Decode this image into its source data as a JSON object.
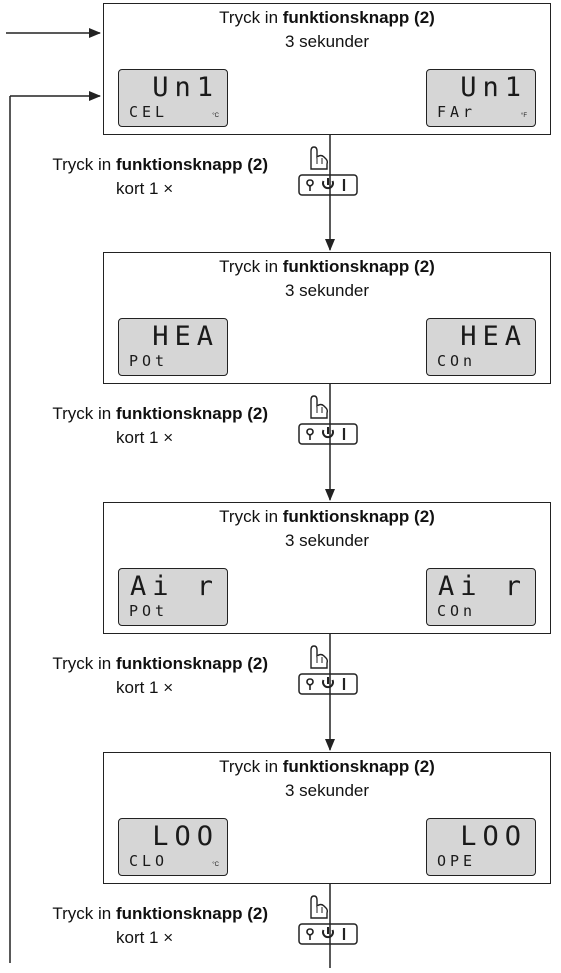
{
  "stages": [
    {
      "frame": {
        "line1_prefix": "Tryck in ",
        "line1_bold": "funktionsknapp (2)",
        "line2": "3 sekunder"
      },
      "left_lcd": {
        "top": "Un1",
        "bottom": "CEL",
        "unit": "°C"
      },
      "right_lcd": {
        "top": "Un1",
        "bottom": "FAr",
        "unit": "°F"
      },
      "step": {
        "line1_prefix": "Tryck in ",
        "line1_bold": "funktionsknapp (2)",
        "line2": "kort 1 ×"
      }
    },
    {
      "frame": {
        "line1_prefix": "Tryck in ",
        "line1_bold": "funktionsknapp (2)",
        "line2": "3 sekunder"
      },
      "left_lcd": {
        "top": "HEA",
        "bottom": "POt",
        "unit": ""
      },
      "right_lcd": {
        "top": "HEA",
        "bottom": "COn",
        "unit": ""
      },
      "step": {
        "line1_prefix": "Tryck in ",
        "line1_bold": "funktionsknapp (2)",
        "line2": "kort 1 ×"
      }
    },
    {
      "frame": {
        "line1_prefix": "Tryck in ",
        "line1_bold": "funktionsknapp (2)",
        "line2": "3 sekunder"
      },
      "left_lcd": {
        "top": "Ai r",
        "bottom": "POt",
        "unit": ""
      },
      "right_lcd": {
        "top": "Ai r",
        "bottom": "COn",
        "unit": ""
      },
      "step": {
        "line1_prefix": "Tryck in ",
        "line1_bold": "funktionsknapp (2)",
        "line2": "kort 1 ×"
      }
    },
    {
      "frame": {
        "line1_prefix": "Tryck in ",
        "line1_bold": "funktionsknapp (2)",
        "line2": "3 sekunder"
      },
      "left_lcd": {
        "top": "LOO",
        "bottom": "CLO",
        "unit": "°C"
      },
      "right_lcd": {
        "top": "LOO",
        "bottom": "OPE",
        "unit": ""
      },
      "step": {
        "line1_prefix": "Tryck in ",
        "line1_bold": "funktionsknapp (2)",
        "line2": "kort 1 ×"
      }
    }
  ],
  "icons": {
    "hand": "pointing-hand-icon",
    "button": "function-button-icon",
    "power": "power-icon",
    "wrench": "wrench-icon"
  },
  "colors": {
    "lcd_background": "#d6d6d6",
    "line": "#222222"
  }
}
